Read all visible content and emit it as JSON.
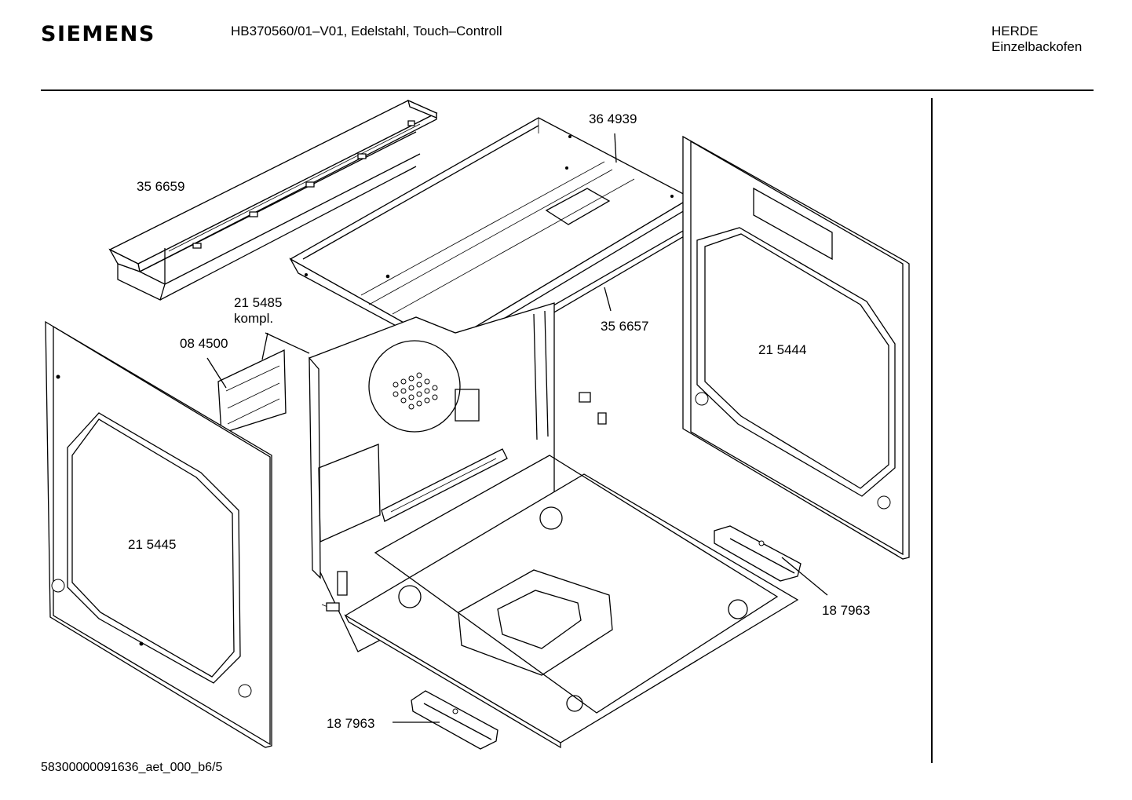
{
  "header": {
    "brand": "SIEMENS",
    "model_line": "HB370560/01–V01, Edelstahl, Touch–Controll",
    "category": "HERDE",
    "subcategory": "Einzelbackofen"
  },
  "parts": {
    "cover_rail": "35 6659",
    "top_panel": "36 4939",
    "back_panel_line1": "21 5485",
    "back_panel_line2": "kompl.",
    "grille": "08 4500",
    "front_strip": "35 6657",
    "right_side": "21 5444",
    "left_side": "21 5445",
    "hinge_right": "18 7963",
    "hinge_bottom": "18 7963"
  },
  "footer": {
    "doc_id": "58300000091636_aet_000_b",
    "page": "6/5"
  }
}
